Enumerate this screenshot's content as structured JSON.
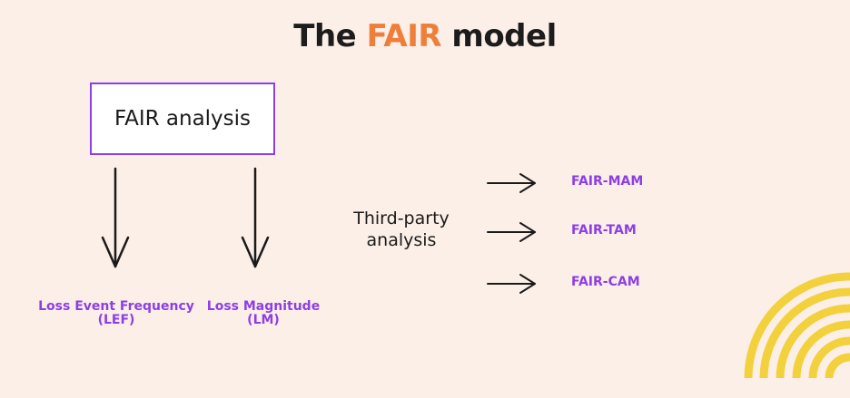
{
  "title": {
    "prefix": "The",
    "accent": "FAIR",
    "suffix": "model"
  },
  "main_box": {
    "label": "FAIR analysis"
  },
  "outputs": {
    "lef": {
      "line1": "Loss Event Frequency",
      "line2": "(LEF)"
    },
    "lm": {
      "line1": "Loss Magnitude",
      "line2": "(LM)"
    }
  },
  "third_party": {
    "line1": "Third-party",
    "line2": "analysis"
  },
  "submodels": [
    "FAIR-MAM",
    "FAIR-TAM",
    "FAIR-CAM"
  ],
  "colors": {
    "background": "#fcefe8",
    "accent_orange": "#ee7f3b",
    "purple": "#8c3fe6",
    "decoration_yellow": "#f2d13c",
    "text": "#1a1a1a"
  }
}
